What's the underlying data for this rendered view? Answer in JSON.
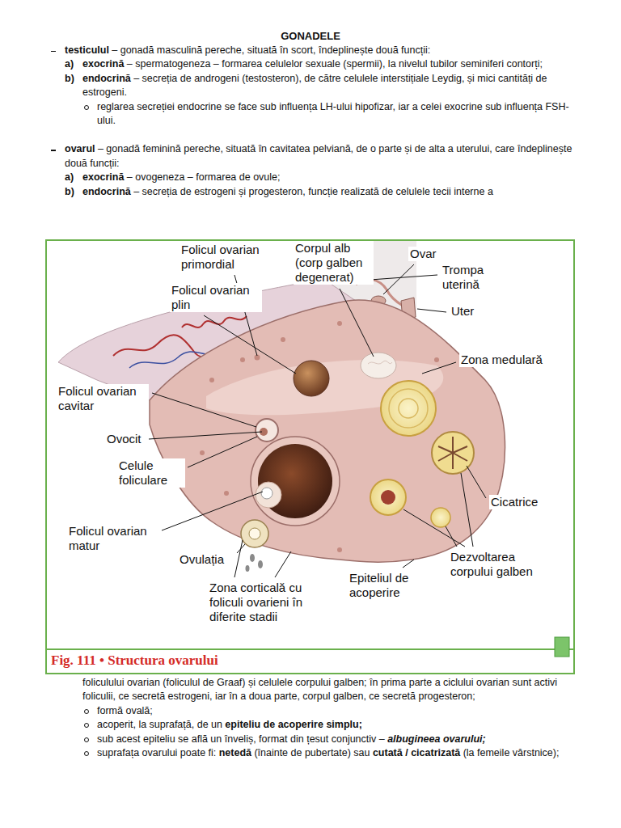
{
  "diagram": {
    "title": "GONADELE",
    "caption": "Fig. 111 • Structura ovarului",
    "labels": [
      "testiculul",
      "– gonadă masculină pereche, situată în scort, îndeplinește două funcții:",
      "a)",
      "exocrină",
      "– spermatogeneza – formarea celulelor sexuale (spermii), la nivelul tubilor seminiferi contorți;",
      "b)",
      "endocrină",
      "– secreția de androgeni (testosteron), de către celulele interstițiale Leydig, și mici cantități de estrogeni.",
      "reglarea secreției endocrine se face sub influența LH-ului hipofizar, iar a celei exocrine sub influența FSH-ului.",
      "ovarul",
      "– gonadă feminină pereche, situată în cavitatea pelviană, de o parte și de alta a uterului, care îndeplinește două funcții:",
      "a)",
      "exocrină",
      "– ovogeneza – formarea de ovule;",
      "b)",
      "endocrină",
      "– secreția de estrogeni și progesteron, funcție realizată de celulele tecii interne a",
      "Folicul ovarian primordial",
      "Corpul alb (corp galben degenerat)",
      "Ovar",
      "Trompa uterină",
      "Uter",
      "Folicul ovarian plin",
      "Zona medulară",
      "Folicul ovarian cavitar",
      "Ovocit",
      "Celule foliculare",
      "Cicatrice",
      "Folicul ovarian matur",
      "Ovulația",
      "Epiteliul de acoperire",
      "Dezvoltarea corpului galben",
      "Zona corticală cu foliculi ovarieni în diferite stadii",
      "foliculului ovarian (foliculul de Graaf) și celulele corpului galben; în prima parte a ciclului ovarian sunt activi foliculii, ce secretă estrogeni, iar în a doua parte, corpul galben, ce secretă progesteron;",
      "formă ovală;",
      "acoperit, la suprafață, de un",
      "epiteliu de acoperire simplu;",
      "sub acest epiteliu se află un înveliș, format din țesut conjunctiv –",
      "albugineea ovarului;",
      "suprafața ovarului poate fi:",
      "netedă",
      "(înainte de pubertate) sau",
      "cutată / cicatrizată",
      "(la femeile vârstnice);"
    ]
  }
}
